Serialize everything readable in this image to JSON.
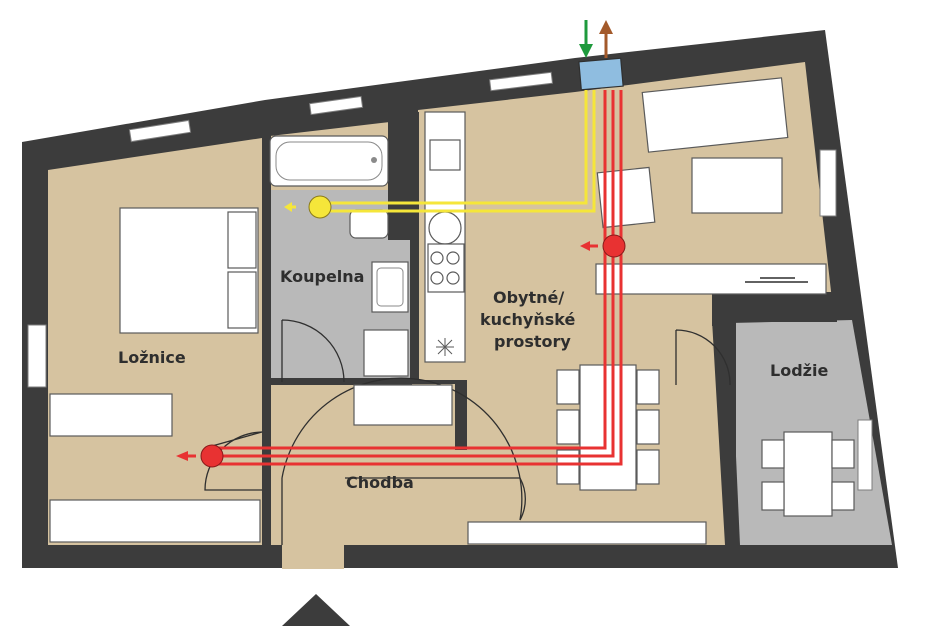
{
  "rooms": {
    "loznice": "Ložnice",
    "koupelna": "Koupelna",
    "obytne_line1": "Obytné/",
    "obytne_line2": "kuchyňské",
    "obytne_line3": "prostory",
    "lodzie": "Lodžie",
    "chodba": "Chodba"
  },
  "colors": {
    "wall": "#3c3c3c",
    "floor": "#d6c3a0",
    "wet_floor": "#b9b9b9",
    "fresh_air_duct": "#f5e63a",
    "exhaust_duct": "#e83232",
    "fresh_air_arrow": "#1e9a3c",
    "exhaust_arrow": "#a35a2b",
    "ventilation_unit": "#8fbde0"
  },
  "icons": [
    "fresh-air-intake-arrow-icon",
    "exhaust-outlet-arrow-icon",
    "ventilation-unit-icon",
    "supply-outlet-icon",
    "extract-outlet-icon",
    "entrance-triangle-icon",
    "cooktop-icon",
    "sink-icon"
  ]
}
